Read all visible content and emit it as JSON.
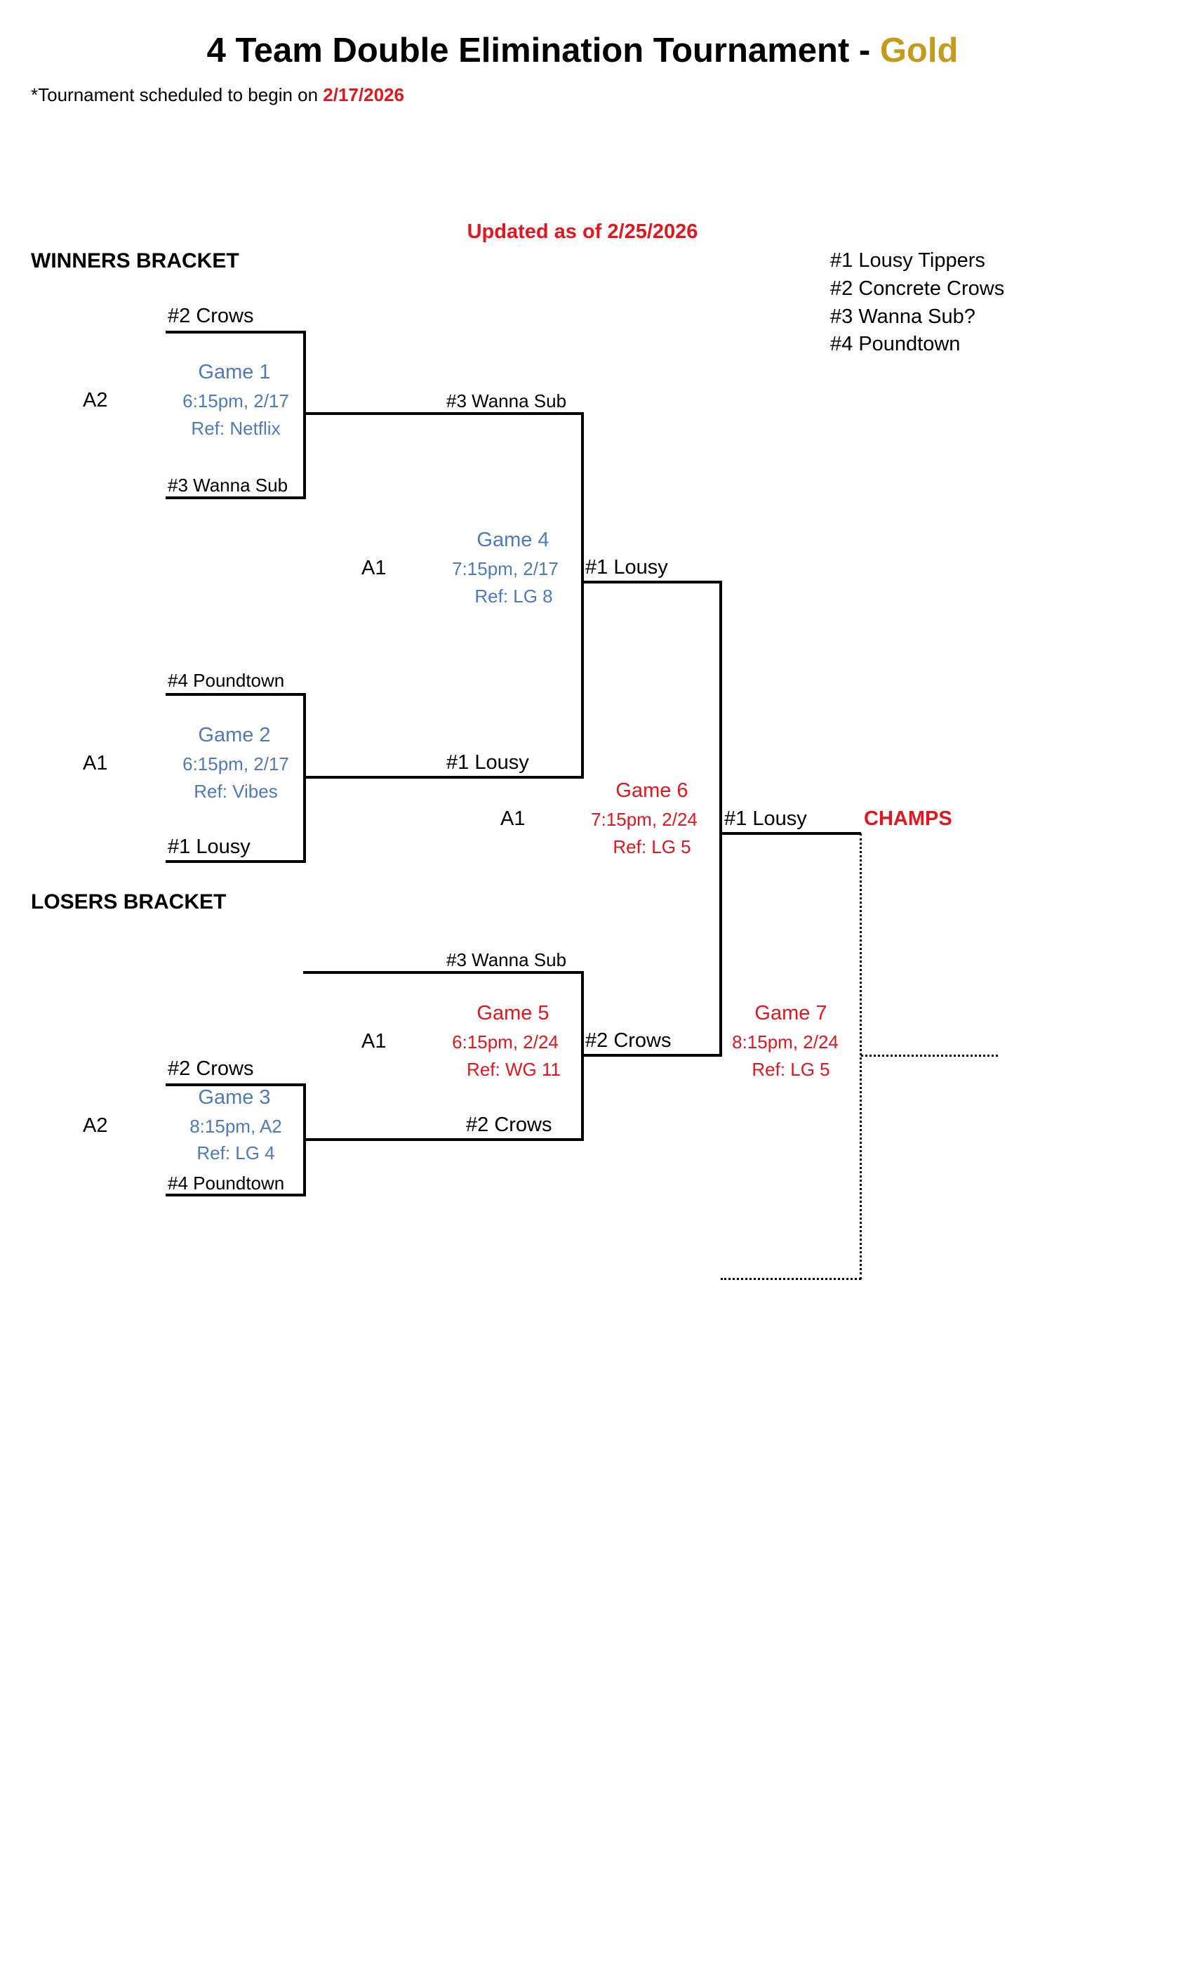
{
  "header": {
    "title": "4 Team Double Elimination Tournament - ",
    "title_division": "Gold",
    "subtitle": "*Tournament scheduled to begin on ",
    "start_date": "2/17/2026",
    "updated": "Updated as of 2/25/2026"
  },
  "colors": {
    "division_gold": "#C59B1E",
    "highlight_red": "#E3151E",
    "completed_blue": "#4F7BB5"
  },
  "sections": {
    "winners": "WINNERS BRACKET",
    "losers": "LOSERS BRACKET"
  },
  "legend": [
    "#1  Lousy Tippers",
    "#2  Concrete Crows",
    "#3  Wanna Sub?",
    "#4  Poundtown"
  ],
  "games": {
    "g1": {
      "title": "Game 1",
      "time": "6:15pm, 2/17",
      "ref": "Ref: Netflix",
      "court": "A2",
      "top_team": "#2 Crows",
      "bottom_team": "#3 Wanna Sub",
      "winner": "#3 Wanna Sub"
    },
    "g2": {
      "title": "Game 2",
      "time": "6:15pm, 2/17",
      "ref": "Ref: Vibes",
      "court": "A1",
      "top_team": "#4 Poundtown",
      "bottom_team": "#1 Lousy",
      "winner": "#1 Lousy"
    },
    "g3": {
      "title": "Game 3",
      "time": "8:15pm, A2",
      "ref": "Ref: LG 4",
      "court": "A2",
      "top_team": "#2 Crows",
      "bottom_team": "#4 Poundtown",
      "winner": "#2 Crows"
    },
    "g4": {
      "title": "Game 4",
      "time": "7:15pm, 2/17",
      "ref": "Ref: LG 8",
      "court": "A1",
      "winner": "#1 Lousy"
    },
    "g5": {
      "title": "Game 5",
      "time": "6:15pm, 2/24",
      "ref": "Ref: WG 11",
      "court": "A1",
      "top_team": "#3 Wanna Sub",
      "winner": "#2 Crows"
    },
    "g6": {
      "title": "Game 6",
      "time": "7:15pm, 2/24",
      "ref": "Ref: LG 5",
      "court": "A1",
      "winner": "#1 Lousy"
    },
    "g7": {
      "title": "Game 7",
      "time": "8:15pm, 2/24",
      "ref": "Ref: LG 5"
    }
  },
  "champs_label": "CHAMPS"
}
